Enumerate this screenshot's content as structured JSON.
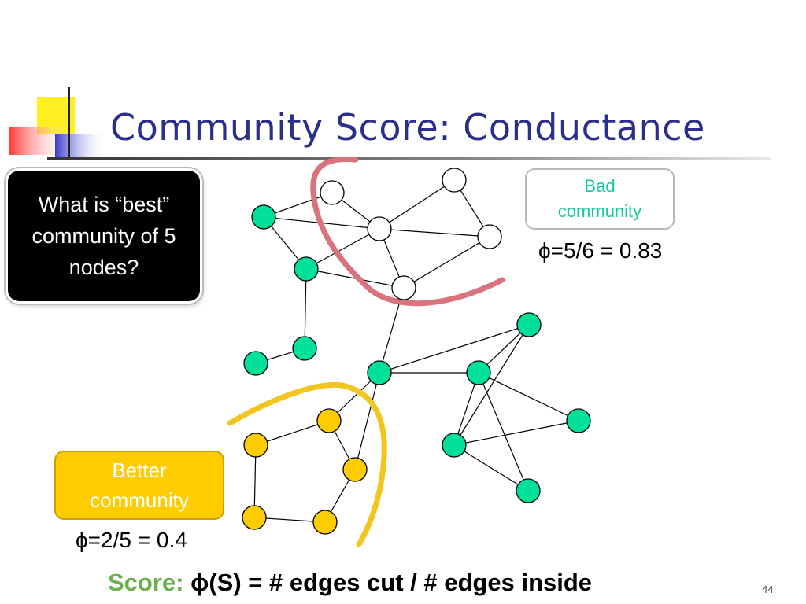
{
  "title": "Community Score: Conductance",
  "question": "What is “best” community of 5 nodes?",
  "bad": {
    "label": "Bad community",
    "score": "ϕ=5/6 = 0.83"
  },
  "better": {
    "label": "Better community",
    "score": "ϕ=2/5 = 0.4"
  },
  "formula": {
    "label": "Score: ",
    "text": "ϕ(S) = # edges cut / # edges inside"
  },
  "page_number": "44",
  "colors": {
    "title": "#2b2f8c",
    "node_green": "#00e09b",
    "node_white": "#ffffff",
    "node_yellow": "#ffcc00",
    "cut_red": "#d9737d",
    "cut_yellow": "#f2c61f",
    "bad_text": "#13c9a0",
    "score_label": "#6ab04c"
  },
  "graph": {
    "nodes": [
      {
        "id": "g1",
        "kind": "green"
      },
      {
        "id": "w1",
        "kind": "white"
      },
      {
        "id": "w2",
        "kind": "white"
      },
      {
        "id": "w3",
        "kind": "white"
      },
      {
        "id": "w4",
        "kind": "white"
      },
      {
        "id": "w5",
        "kind": "white"
      },
      {
        "id": "g2",
        "kind": "green"
      },
      {
        "id": "g3",
        "kind": "green"
      },
      {
        "id": "g4",
        "kind": "green"
      },
      {
        "id": "g5",
        "kind": "green"
      },
      {
        "id": "g6",
        "kind": "green"
      },
      {
        "id": "g7",
        "kind": "green"
      },
      {
        "id": "g8",
        "kind": "green"
      },
      {
        "id": "g9",
        "kind": "green"
      },
      {
        "id": "g10",
        "kind": "green"
      },
      {
        "id": "y1",
        "kind": "yellow"
      },
      {
        "id": "y2",
        "kind": "yellow"
      },
      {
        "id": "y3",
        "kind": "yellow"
      },
      {
        "id": "y4",
        "kind": "yellow"
      },
      {
        "id": "y5",
        "kind": "yellow"
      }
    ],
    "edges": [
      [
        "g1",
        "w1"
      ],
      [
        "g1",
        "w3"
      ],
      [
        "g1",
        "g2"
      ],
      [
        "w1",
        "w3"
      ],
      [
        "w3",
        "w2"
      ],
      [
        "w3",
        "w4"
      ],
      [
        "w2",
        "w4"
      ],
      [
        "w3",
        "g2"
      ],
      [
        "w3",
        "w5"
      ],
      [
        "g2",
        "w5"
      ],
      [
        "w4",
        "w5"
      ],
      [
        "g2",
        "g3"
      ],
      [
        "g3",
        "g4"
      ],
      [
        "w5",
        "g5"
      ],
      [
        "g5",
        "g6"
      ],
      [
        "g5",
        "g7"
      ],
      [
        "g6",
        "g7"
      ],
      [
        "g6",
        "g8"
      ],
      [
        "g6",
        "g9"
      ],
      [
        "g6",
        "g10"
      ],
      [
        "g7",
        "g9"
      ],
      [
        "g8",
        "g9"
      ],
      [
        "g9",
        "g10"
      ],
      [
        "g5",
        "y1"
      ],
      [
        "g5",
        "y3"
      ],
      [
        "y1",
        "y2"
      ],
      [
        "y1",
        "y3"
      ],
      [
        "y2",
        "y4"
      ],
      [
        "y4",
        "y5"
      ],
      [
        "y5",
        "y3"
      ]
    ]
  }
}
